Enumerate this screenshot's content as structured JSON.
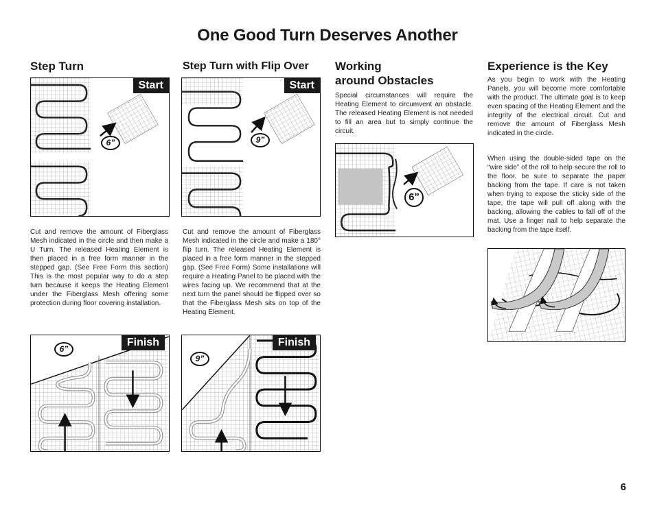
{
  "page": {
    "title": "One Good Turn Deserves Another",
    "number": "6"
  },
  "columns": {
    "step_turn": {
      "heading": "Step Turn",
      "start_label": "Start",
      "finish_label": "Finish",
      "gap_label": "6”",
      "text": "Cut and remove the amount of Fiberglass Mesh indicated in the circle and then make a U Turn. The released Heating Element is then placed in a free form manner in the stepped gap. (See Free Form this section) This is the most popular way to do a step turn because it keeps the Heating Element under the Fiberglass Mesh offering some protection during floor covering installation."
    },
    "step_turn_flip": {
      "heading": "Step Turn with Flip Over",
      "start_label": "Start",
      "finish_label": "Finish",
      "gap_label": "9”",
      "text": "Cut and remove the amount of Fiberglass Mesh indicated in the circle and make a 180° flip turn. The released Heating Element is placed in a free form manner in the stepped gap. (See Free Form) Some installations will require a Heating Panel to be placed with the wires facing up. We recommend that at the next turn the panel should be flipped over so that the Fiberglass Mesh sits on top of the Heating Element."
    },
    "obstacles": {
      "heading_line1": "Working",
      "heading_line2": "around Obstacles",
      "gap_label": "6”",
      "text": "Special circumstances will require the Heating Element to circumvent an obstacle. The released Heating Element is not needed to fill an area but to simply continue the circuit."
    },
    "experience": {
      "heading": "Experience is the Key",
      "text1": "As you begin to work with the Heating Panels, you will become more comfortable with the product. The ultimate goal is to keep even spacing of the Heating Element and the integrity of the electrical circuit. Cut and remove the amount of Fiberglass Mesh indicated in the circle.",
      "text2": "When using the double-sided tape on the “wire side” of the roll to help secure the roll to the floor, be sure to separate the paper backing from the tape.  If care is not taken when trying to expose the sticky side of the tape, the tape will pull off along with the backing, allowing the cables to fall off of the mat.  Use a finger nail to help separate the backing from the tape itself."
    }
  },
  "colors": {
    "text": "#1a1a1a",
    "tag_background": "#1a1a1a",
    "grid_line": "#8a8a8a",
    "obstacle_fill": "#c4c4c4"
  }
}
